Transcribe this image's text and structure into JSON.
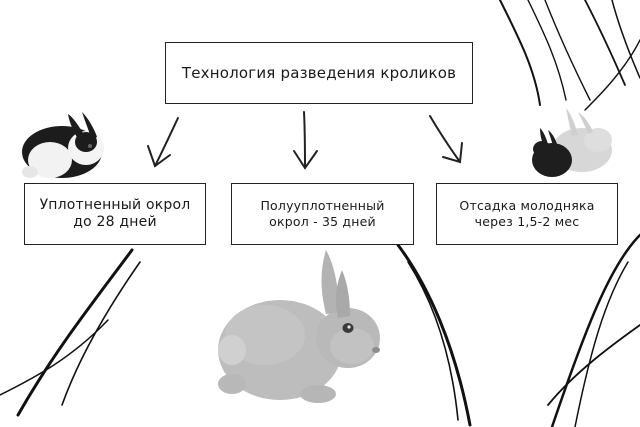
{
  "title": "Технология разведения кроликов",
  "branches": [
    {
      "line1": "Уплотненный окрол",
      "line2": "до 28 дней"
    },
    {
      "line1": "Полууплотненный",
      "line2": "окрол - 35 дней"
    },
    {
      "line1": "Отсадка молодняка",
      "line2": "через 1,5-2 мес"
    }
  ],
  "images": {
    "top_left": "black-white-rabbit",
    "top_right": "two-rabbits-pair",
    "center": "grey-rabbit"
  }
}
